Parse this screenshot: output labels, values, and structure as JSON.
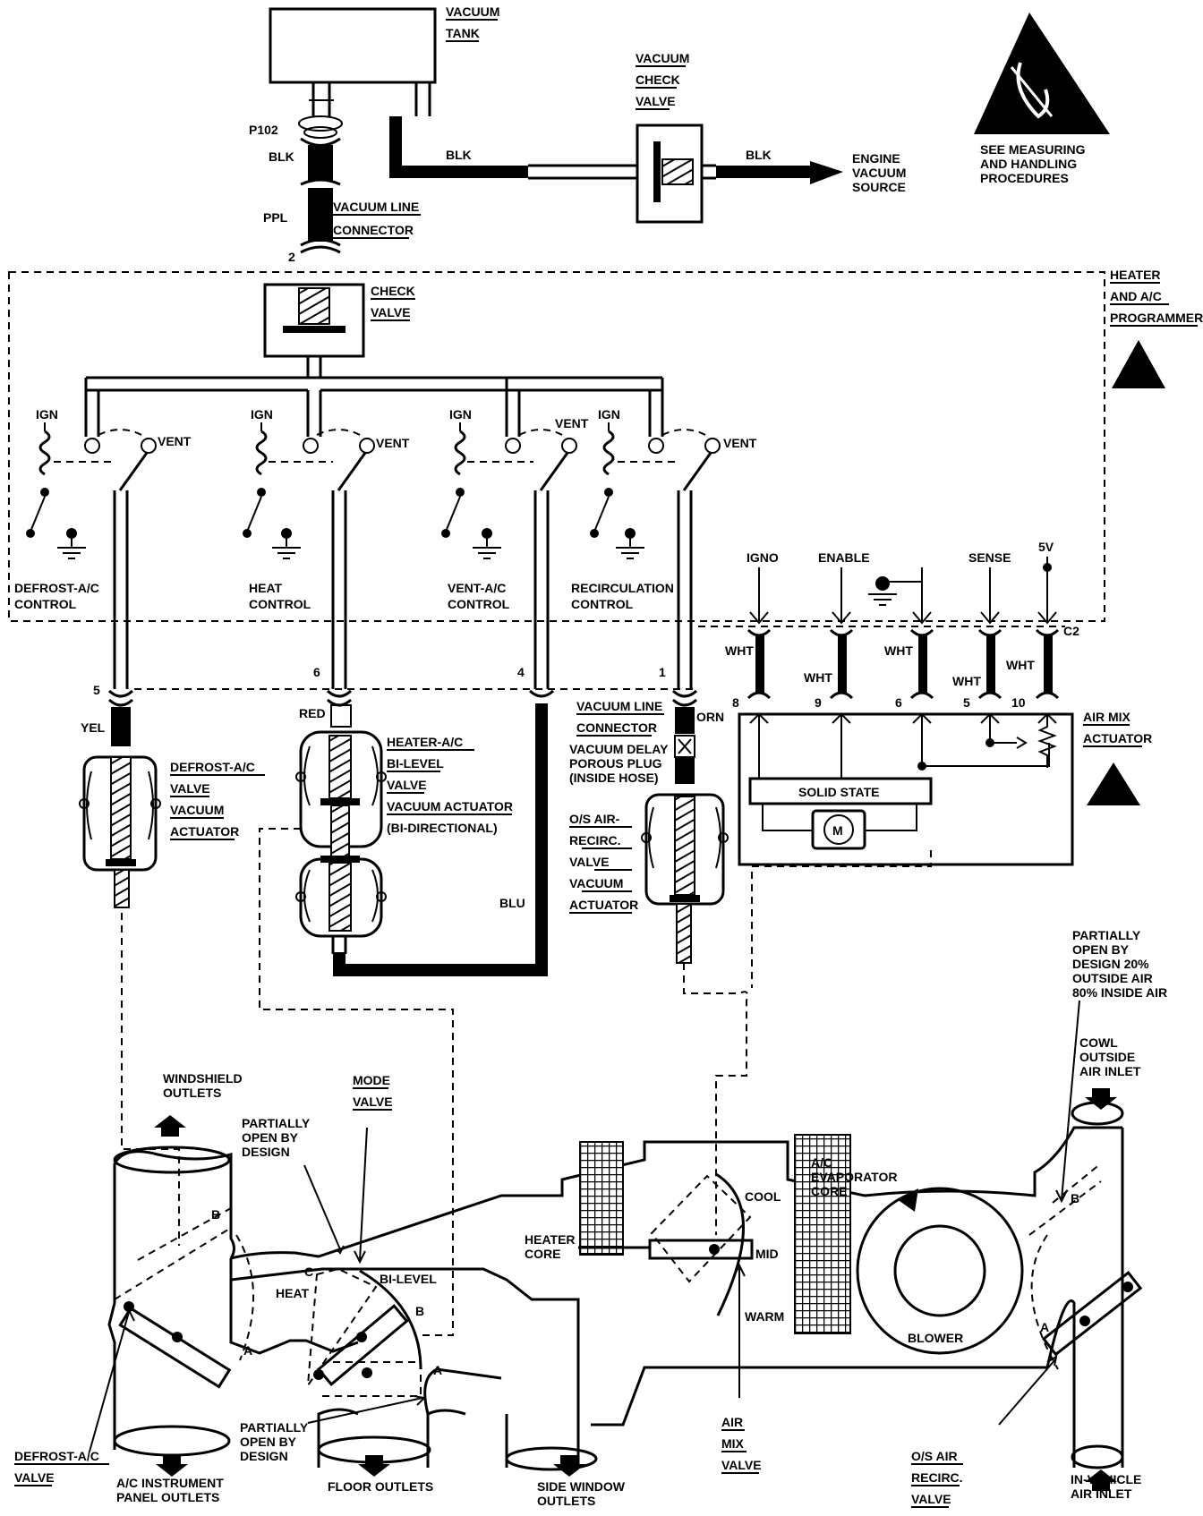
{
  "top": {
    "vacuum_tank": [
      "VACUUM",
      "TANK"
    ],
    "vacuum_check_valve": [
      "VACUUM",
      "CHECK",
      "VALVE"
    ],
    "engine_vacuum_source": [
      "ENGINE",
      "VACUUM",
      "SOURCE"
    ],
    "esd_note": [
      "SEE MEASURING",
      "AND HANDLING",
      "PROCEDURES"
    ],
    "p102": "P102",
    "blk": "BLK",
    "ppl": "PPL",
    "vacuum_line_connector": [
      "VACUUM LINE",
      "CONNECTOR"
    ],
    "pin2": "2"
  },
  "programmer": {
    "title": [
      "HEATER",
      "AND A/C",
      "PROGRAMMER"
    ],
    "check_valve": [
      "CHECK",
      "VALVE"
    ],
    "ign": "IGN",
    "vent": "VENT",
    "controls": [
      [
        "DEFROST-A/C",
        "CONTROL"
      ],
      [
        "HEAT",
        "CONTROL"
      ],
      [
        "VENT-A/C",
        "CONTROL"
      ],
      [
        "RECIRCULATION",
        "CONTROL"
      ]
    ],
    "signals": [
      "IGNO",
      "ENABLE",
      "SENSE",
      "5V"
    ],
    "c2": "C2"
  },
  "actuators": {
    "pins": [
      "5",
      "6",
      "4",
      "1"
    ],
    "yel": "YEL",
    "red": "RED",
    "blu": "BLU",
    "orn": "ORN",
    "defrost": [
      "DEFROST-A/C",
      "VALVE",
      "VACUUM",
      "ACTUATOR"
    ],
    "heater_bilevel": [
      "HEATER-A/C",
      "BI-LEVEL",
      "VALVE",
      "VACUUM ACTUATOR",
      "(BI-DIRECTIONAL)"
    ],
    "vacuum_line_connector": [
      "VACUUM LINE",
      "CONNECTOR"
    ],
    "delay_plug": [
      "VACUUM DELAY",
      "POROUS PLUG",
      "(INSIDE HOSE)"
    ],
    "os_air": [
      "O/S AIR-",
      "RECIRC.",
      "VALVE",
      "VACUUM",
      "ACTUATOR"
    ]
  },
  "air_mix_actuator": {
    "label": [
      "AIR MIX",
      "ACTUATOR"
    ],
    "wht": "WHT",
    "pins": [
      "8",
      "9",
      "6",
      "5",
      "10"
    ],
    "solid_state": "SOLID STATE",
    "motor": "M"
  },
  "ducts": {
    "partially_open_20": [
      "PARTIALLY",
      "OPEN BY",
      "DESIGN 20%",
      "OUTSIDE AIR",
      "80% INSIDE AIR"
    ],
    "cowl_inlet": [
      "COWL",
      "OUTSIDE",
      "AIR INLET"
    ],
    "windshield_outlets": [
      "WINDSHIELD",
      "OUTLETS"
    ],
    "mode_valve": [
      "MODE",
      "VALVE"
    ],
    "partially_open": [
      "PARTIALLY",
      "OPEN BY",
      "DESIGN"
    ],
    "heat": "HEAT",
    "bi_level": "BI-LEVEL",
    "heater_core": [
      "HEATER",
      "CORE"
    ],
    "evaporator": [
      "A/C",
      "EVAPORATOR",
      "CORE"
    ],
    "cool": "COOL",
    "mid": "MID",
    "warm": "WARM",
    "blower": "BLOWER",
    "a": "A",
    "b": "B",
    "c": "C",
    "partially_open_lower": [
      "PARTIALLY",
      "OPEN BY",
      "DESIGN"
    ],
    "air_mix_valve": [
      "AIR",
      "MIX",
      "VALVE"
    ],
    "defrost_valve": [
      "DEFROST-A/C",
      "VALVE"
    ],
    "ac_panel_outlets": [
      "A/C INSTRUMENT",
      "PANEL OUTLETS"
    ],
    "floor_outlets": "FLOOR OUTLETS",
    "side_window_outlets": [
      "SIDE WINDOW",
      "OUTLETS"
    ],
    "os_air_recirc_valve": [
      "O/S AIR",
      "RECIRC.",
      "VALVE"
    ],
    "in_vehicle_inlet": [
      "IN-VEHICLE",
      "AIR INLET"
    ]
  }
}
